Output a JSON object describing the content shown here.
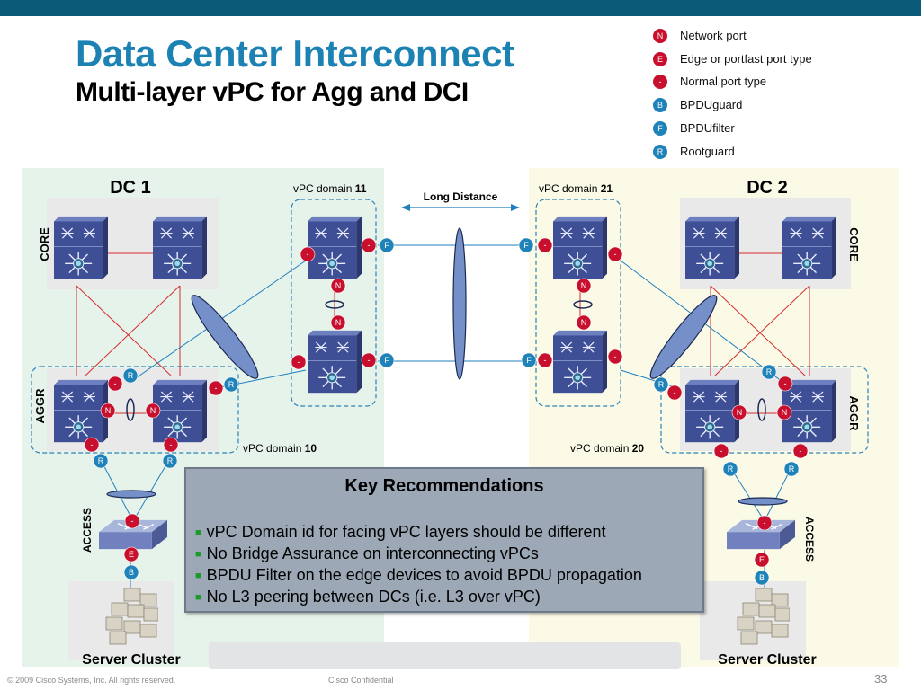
{
  "header": {
    "title": "Data Center Interconnect",
    "subtitle": "Multi-layer vPC for Agg and DCI"
  },
  "legend": [
    {
      "badge": "N",
      "label": "Network port",
      "color": "#c8102e"
    },
    {
      "badge": "E",
      "label": "Edge or portfast port type",
      "color": "#c8102e"
    },
    {
      "badge": "-",
      "label": "Normal port type",
      "color": "#c8102e"
    },
    {
      "badge": "B",
      "label": "BPDUguard",
      "color": "#1f82b8"
    },
    {
      "badge": "F",
      "label": "BPDUfilter",
      "color": "#1f82b8"
    },
    {
      "badge": "R",
      "label": "Rootguard",
      "color": "#1f82b8"
    }
  ],
  "diagram": {
    "dc1_label": "DC 1",
    "dc2_label": "DC 2",
    "long_distance": "Long Distance",
    "core": "CORE",
    "aggr": "AGGR",
    "access": "ACCESS",
    "server_cluster": "Server Cluster",
    "vpc_domain_prefix": "vPC domain",
    "vpc_domains": {
      "dci_left": "11",
      "dci_right": "21",
      "agg_left": "10",
      "agg_right": "20"
    }
  },
  "key_recommendations": {
    "title": "Key Recommendations",
    "items": [
      "vPC Domain id for facing vPC layers should be different",
      "No Bridge Assurance on interconnecting vPCs",
      "BPDU Filter on the edge devices to avoid BPDU propagation",
      "No L3 peering between DCs (i.e. L3 over vPC)"
    ]
  },
  "footer": {
    "copyright": "© 2009 Cisco Systems, Inc. All rights reserved.",
    "confidential": "Cisco Confidential",
    "page": "33"
  },
  "colors": {
    "red_badge": "#c8102e",
    "blue_badge": "#1f82b8",
    "title_blue": "#1c82b4",
    "dc1_bg": "#e6f3ea",
    "dc2_bg": "#fbfae6",
    "switch_blue": "#3c4a8c",
    "link_red": "#d62c2c",
    "link_blue": "#1e7fbf"
  }
}
